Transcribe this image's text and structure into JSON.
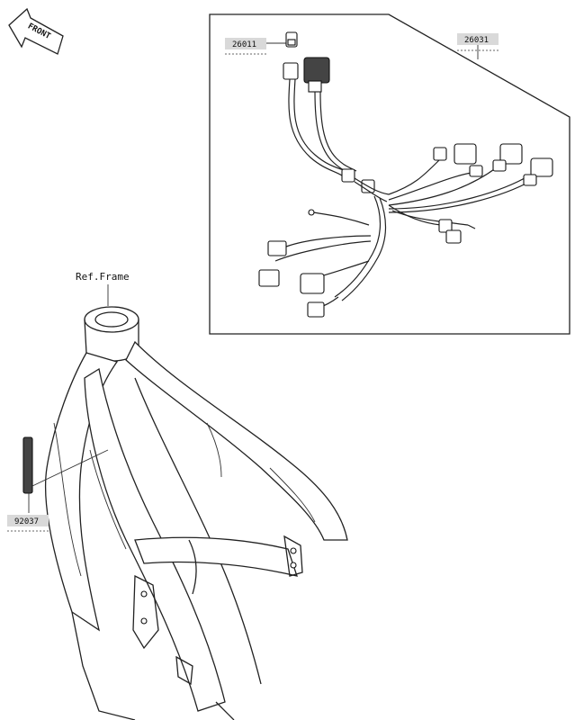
{
  "front_badge": {
    "label": "FRONT"
  },
  "labels": {
    "kit_box": "26031",
    "connector": "26011",
    "band": "92037",
    "ref_frame": "Ref.Frame"
  }
}
